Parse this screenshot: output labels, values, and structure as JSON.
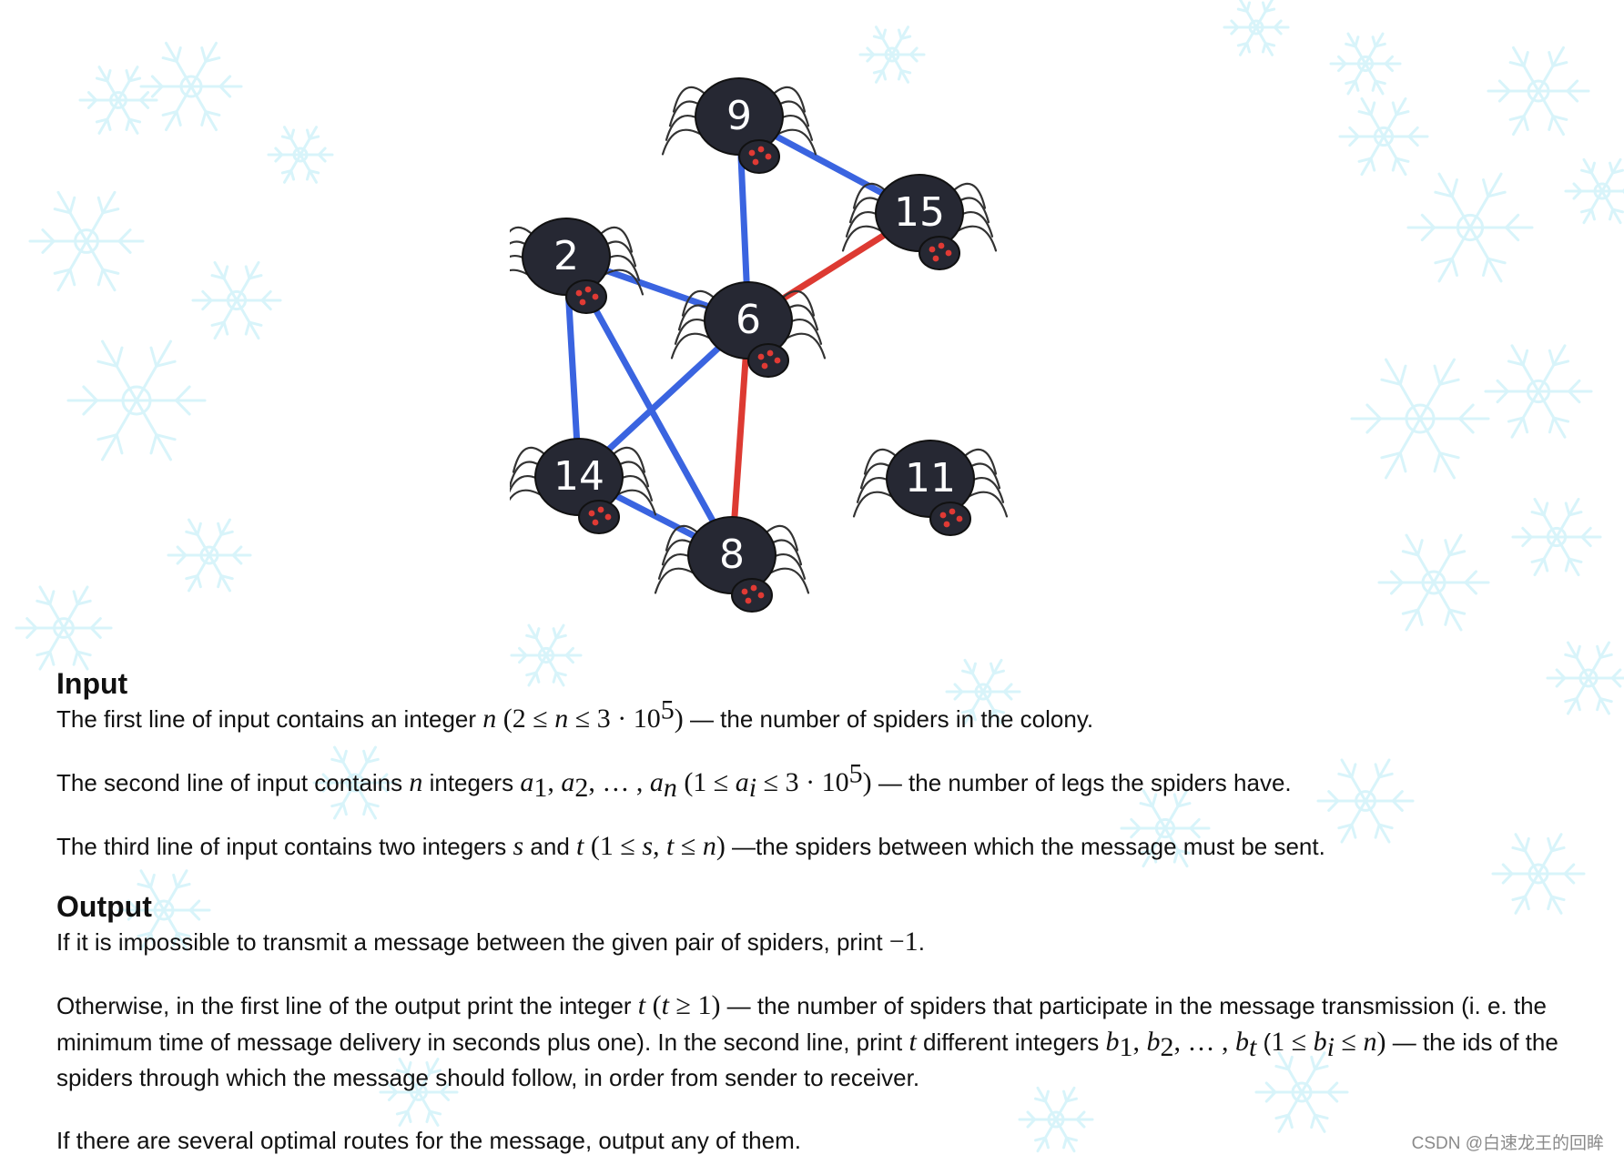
{
  "figure": {
    "spiders": [
      {
        "id": "9",
        "label": "9"
      },
      {
        "id": "15",
        "label": "15"
      },
      {
        "id": "2",
        "label": "2"
      },
      {
        "id": "6",
        "label": "6"
      },
      {
        "id": "14",
        "label": "14"
      },
      {
        "id": "11",
        "label": "11"
      },
      {
        "id": "8",
        "label": "8"
      }
    ],
    "edges": [
      {
        "from": "9",
        "to": "15",
        "color": "#3a64e0"
      },
      {
        "from": "9",
        "to": "6",
        "color": "#3a64e0"
      },
      {
        "from": "6",
        "to": "15",
        "color": "#dd3a32"
      },
      {
        "from": "2",
        "to": "6",
        "color": "#3a64e0"
      },
      {
        "from": "2",
        "to": "14",
        "color": "#3a64e0"
      },
      {
        "from": "2",
        "to": "8",
        "color": "#3a64e0"
      },
      {
        "from": "6",
        "to": "14",
        "color": "#3a64e0"
      },
      {
        "from": "6",
        "to": "8",
        "color": "#dd3a32"
      },
      {
        "from": "14",
        "to": "8",
        "color": "#3a64e0"
      }
    ],
    "colors": {
      "edge_blue": "#3a64e0",
      "edge_red": "#dd3a32",
      "spider_body": "#262833",
      "spider_eye": "#e03a34",
      "snowflake": "#d8f4fa"
    }
  },
  "input": {
    "title": "Input",
    "line1": {
      "pre": "The first line of input contains an integer ",
      "n": "n",
      "range_open": " (2 ≤ ",
      "range_mid": " ≤ 3 · 10",
      "exp": "5",
      "range_close": ")",
      "post": " — the number of spiders in the colony."
    },
    "line2": {
      "pre": "The second line of input contains ",
      "n": "n",
      "mid": " integers ",
      "a": "a",
      "sub1": "1",
      "comma1": ", ",
      "sub2": "2",
      "dots": ", … , ",
      "subn": "n",
      "range_open": " (1 ≤ ",
      "subi": "i",
      "range_mid": " ≤ 3 · 10",
      "exp": "5",
      "range_close": ")",
      "post": " — the number of legs the spiders have."
    },
    "line3": {
      "pre": "The third line of input contains two integers ",
      "s": "s",
      "and": " and ",
      "t": "t",
      "range_open": " (1 ≤ ",
      "range_st": "s, t",
      "range_le": " ≤ ",
      "range_n": "n",
      "range_close": ")",
      "post": " —the spiders between which the message must be sent."
    }
  },
  "output": {
    "title": "Output",
    "line1": {
      "pre": "If it is impossible to transmit a message between the given pair of spiders, print ",
      "value": "−1",
      "post": "."
    },
    "line2": {
      "pre": "Otherwise, in the first line of the output print the integer ",
      "t": "t",
      "cond_open": " (",
      "cond_t": "t",
      "cond_rest": " ≥ 1)",
      "post1": " — the number of spiders that participate in the message transmission (i. e. the minimum time of message delivery in seconds plus one). In the second line, print ",
      "t2": "t",
      "post2": " different integers ",
      "b": "b",
      "sub1": "1",
      "comma": ", ",
      "sub2": "2",
      "dots": ", … , ",
      "subt": "t",
      "open": " (",
      "range_pre": "1 ≤ ",
      "subi": "i",
      "range_post": " ≤ ",
      "n": "n",
      "close": ")",
      "post3": " — the ids of the spiders through which the message should follow, in order from sender to receiver."
    },
    "line3": "If there are several optimal routes for the message, output any of them."
  },
  "watermark": "CSDN @白速龙王的回眸"
}
